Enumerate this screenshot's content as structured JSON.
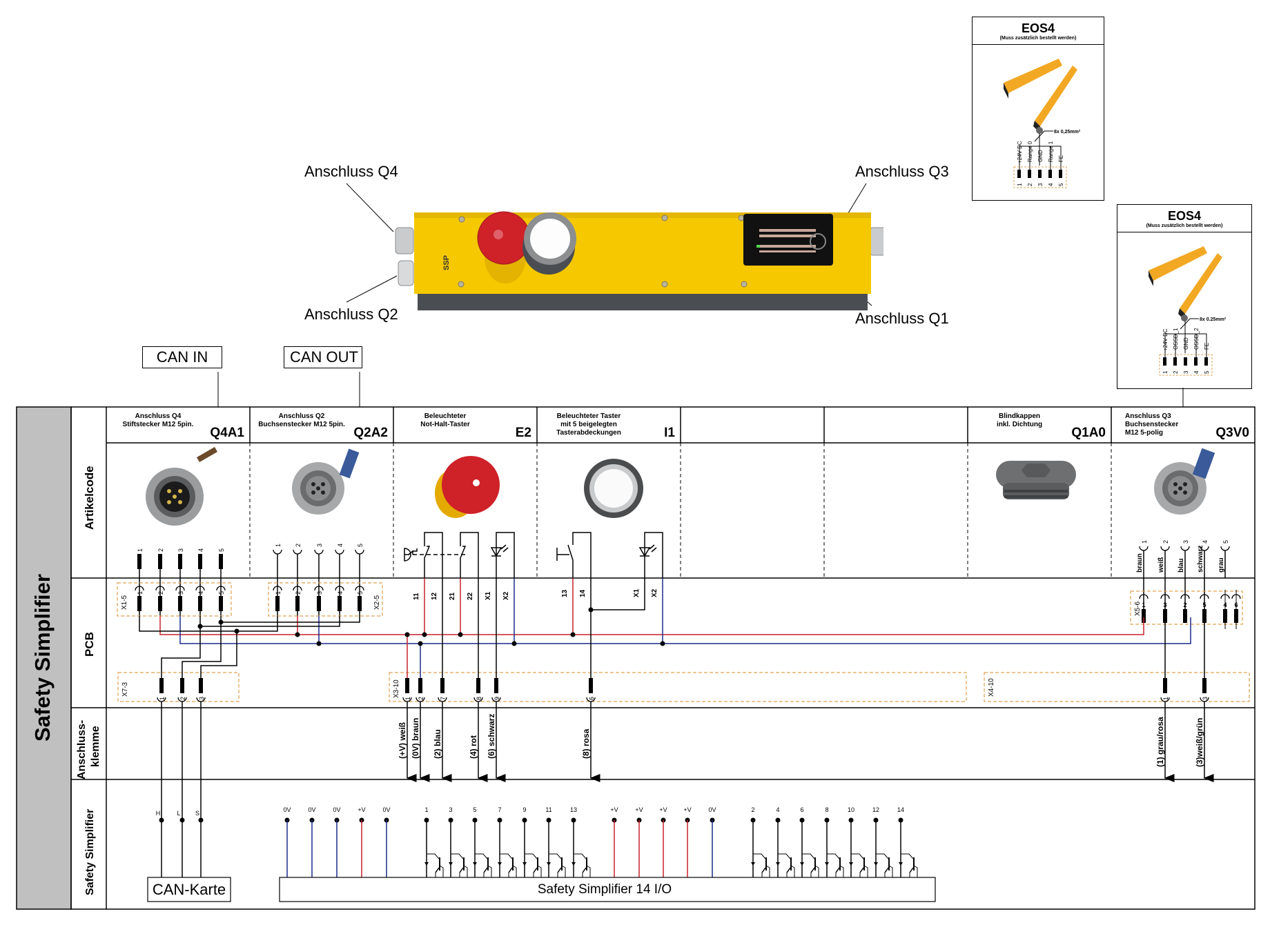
{
  "title": "Safety Simplifier",
  "device": {
    "callouts": [
      "Anschluss Q4",
      "Anschluss Q2",
      "Anschluss Q3",
      "Anschluss Q1"
    ],
    "colors": {
      "housing": "#f2c200",
      "base": "#4a4d52",
      "estop": "#c8202a"
    }
  },
  "can_labels": {
    "can_in": "CAN IN",
    "can_out": "CAN OUT"
  },
  "eos_boxes": [
    {
      "title": "EOS4",
      "subtitle": "(Muss zusätzlich bestellt werden)",
      "cable": "8x 0,25mm²",
      "signals": [
        "+24V DC",
        "Range 0",
        "GND",
        "Range 1",
        "FE"
      ],
      "pins": [
        "1",
        "2",
        "3",
        "4",
        "5"
      ]
    },
    {
      "title": "EOS4",
      "subtitle": "(Muss zusätzlich bestellt werden)",
      "cable": "8x 0.25mm²",
      "signals": [
        "+24V DC",
        "OSSD_1",
        "GND",
        "OSSD_2",
        "FE"
      ],
      "pins": [
        "1",
        "2",
        "3",
        "4",
        "5"
      ]
    }
  ],
  "rows": {
    "side_title": "Safety Simplifier",
    "labels": [
      "Artikelcode",
      "PCB",
      "Anschluss-\nklemme",
      "Safety Simplifier"
    ]
  },
  "columns": [
    {
      "desc": "Anschluss Q4\nStiftstecker M12 5pin.",
      "code": "Q4A1"
    },
    {
      "desc": "Anschluss Q2\nBuchsenstecker M12 5pin.",
      "code": "Q2A2"
    },
    {
      "desc": "Beleuchteter\nNot-Halt-Taster",
      "code": "E2"
    },
    {
      "desc": "Beleuchteter Taster\nmit 5 beigelegten\nTasterabdeckungen",
      "code": "I1"
    },
    {
      "desc": "",
      "code": ""
    },
    {
      "desc": "",
      "code": ""
    },
    {
      "desc": "Blindkappen\ninkl. Dichtung",
      "code": "Q1A0"
    },
    {
      "desc": "Anschluss Q3\nBuchsenstecker\nM12 5-polig",
      "code": "Q3V0"
    }
  ],
  "artikel_pins": {
    "q4": [
      "1",
      "2",
      "3",
      "4",
      "5"
    ],
    "q2": [
      "1",
      "2",
      "3",
      "4",
      "5"
    ],
    "q3": [
      "1",
      "2",
      "3",
      "4",
      "5"
    ],
    "q3_colors": [
      "braun",
      "weiß",
      "blau",
      "schwarz",
      "grau"
    ]
  },
  "pcb": {
    "x1": {
      "name": "X1-5",
      "pins": [
        "1",
        "2",
        "3",
        "4",
        "5"
      ]
    },
    "x2": {
      "name": "X2-5",
      "pins": [
        "1",
        "2",
        "3",
        "4",
        "5"
      ]
    },
    "x7": {
      "name": "X7-3",
      "pins": [
        "1",
        "2",
        "3"
      ]
    },
    "x3": {
      "name": "X3-10",
      "pins": [
        "1",
        "2",
        "7",
        "8",
        "9",
        "6"
      ]
    },
    "x4": {
      "name": "X4-10",
      "pins": [
        "1",
        "3"
      ]
    },
    "x5": {
      "name": "X5-6",
      "pins": [
        "1",
        "3",
        "2",
        "5",
        "4",
        "6"
      ]
    },
    "estop_terms": [
      "11",
      "12",
      "21",
      "22",
      "X1",
      "X2"
    ],
    "button_terms": [
      "13",
      "14",
      "X1",
      "X2"
    ]
  },
  "klemme_wires": [
    "(+V) weiß",
    "(0V) braun",
    "(2) blau",
    "(4) rot",
    "(6) schwarz",
    "(8) rosa",
    "(1) grau/rosa",
    "(3)weiß/grün"
  ],
  "simplifier": {
    "can_pins": [
      "H",
      "L",
      "S"
    ],
    "can_card": "CAN-Karte",
    "module": "Safety Simplifier 14 I/O",
    "power_left": [
      "0V",
      "0V",
      "0V",
      "+V",
      "0V"
    ],
    "odd_io": [
      "1",
      "3",
      "5",
      "7",
      "9",
      "11",
      "13"
    ],
    "power_mid": [
      "+V",
      "+V",
      "+V",
      "+V",
      "0V"
    ],
    "even_io": [
      "2",
      "4",
      "6",
      "8",
      "10",
      "12",
      "14"
    ]
  },
  "wire_colors": {
    "plus": "#c8202a",
    "zero": "#1a2a8c",
    "signal": "#000000",
    "terminal_box": "#e0a050"
  }
}
